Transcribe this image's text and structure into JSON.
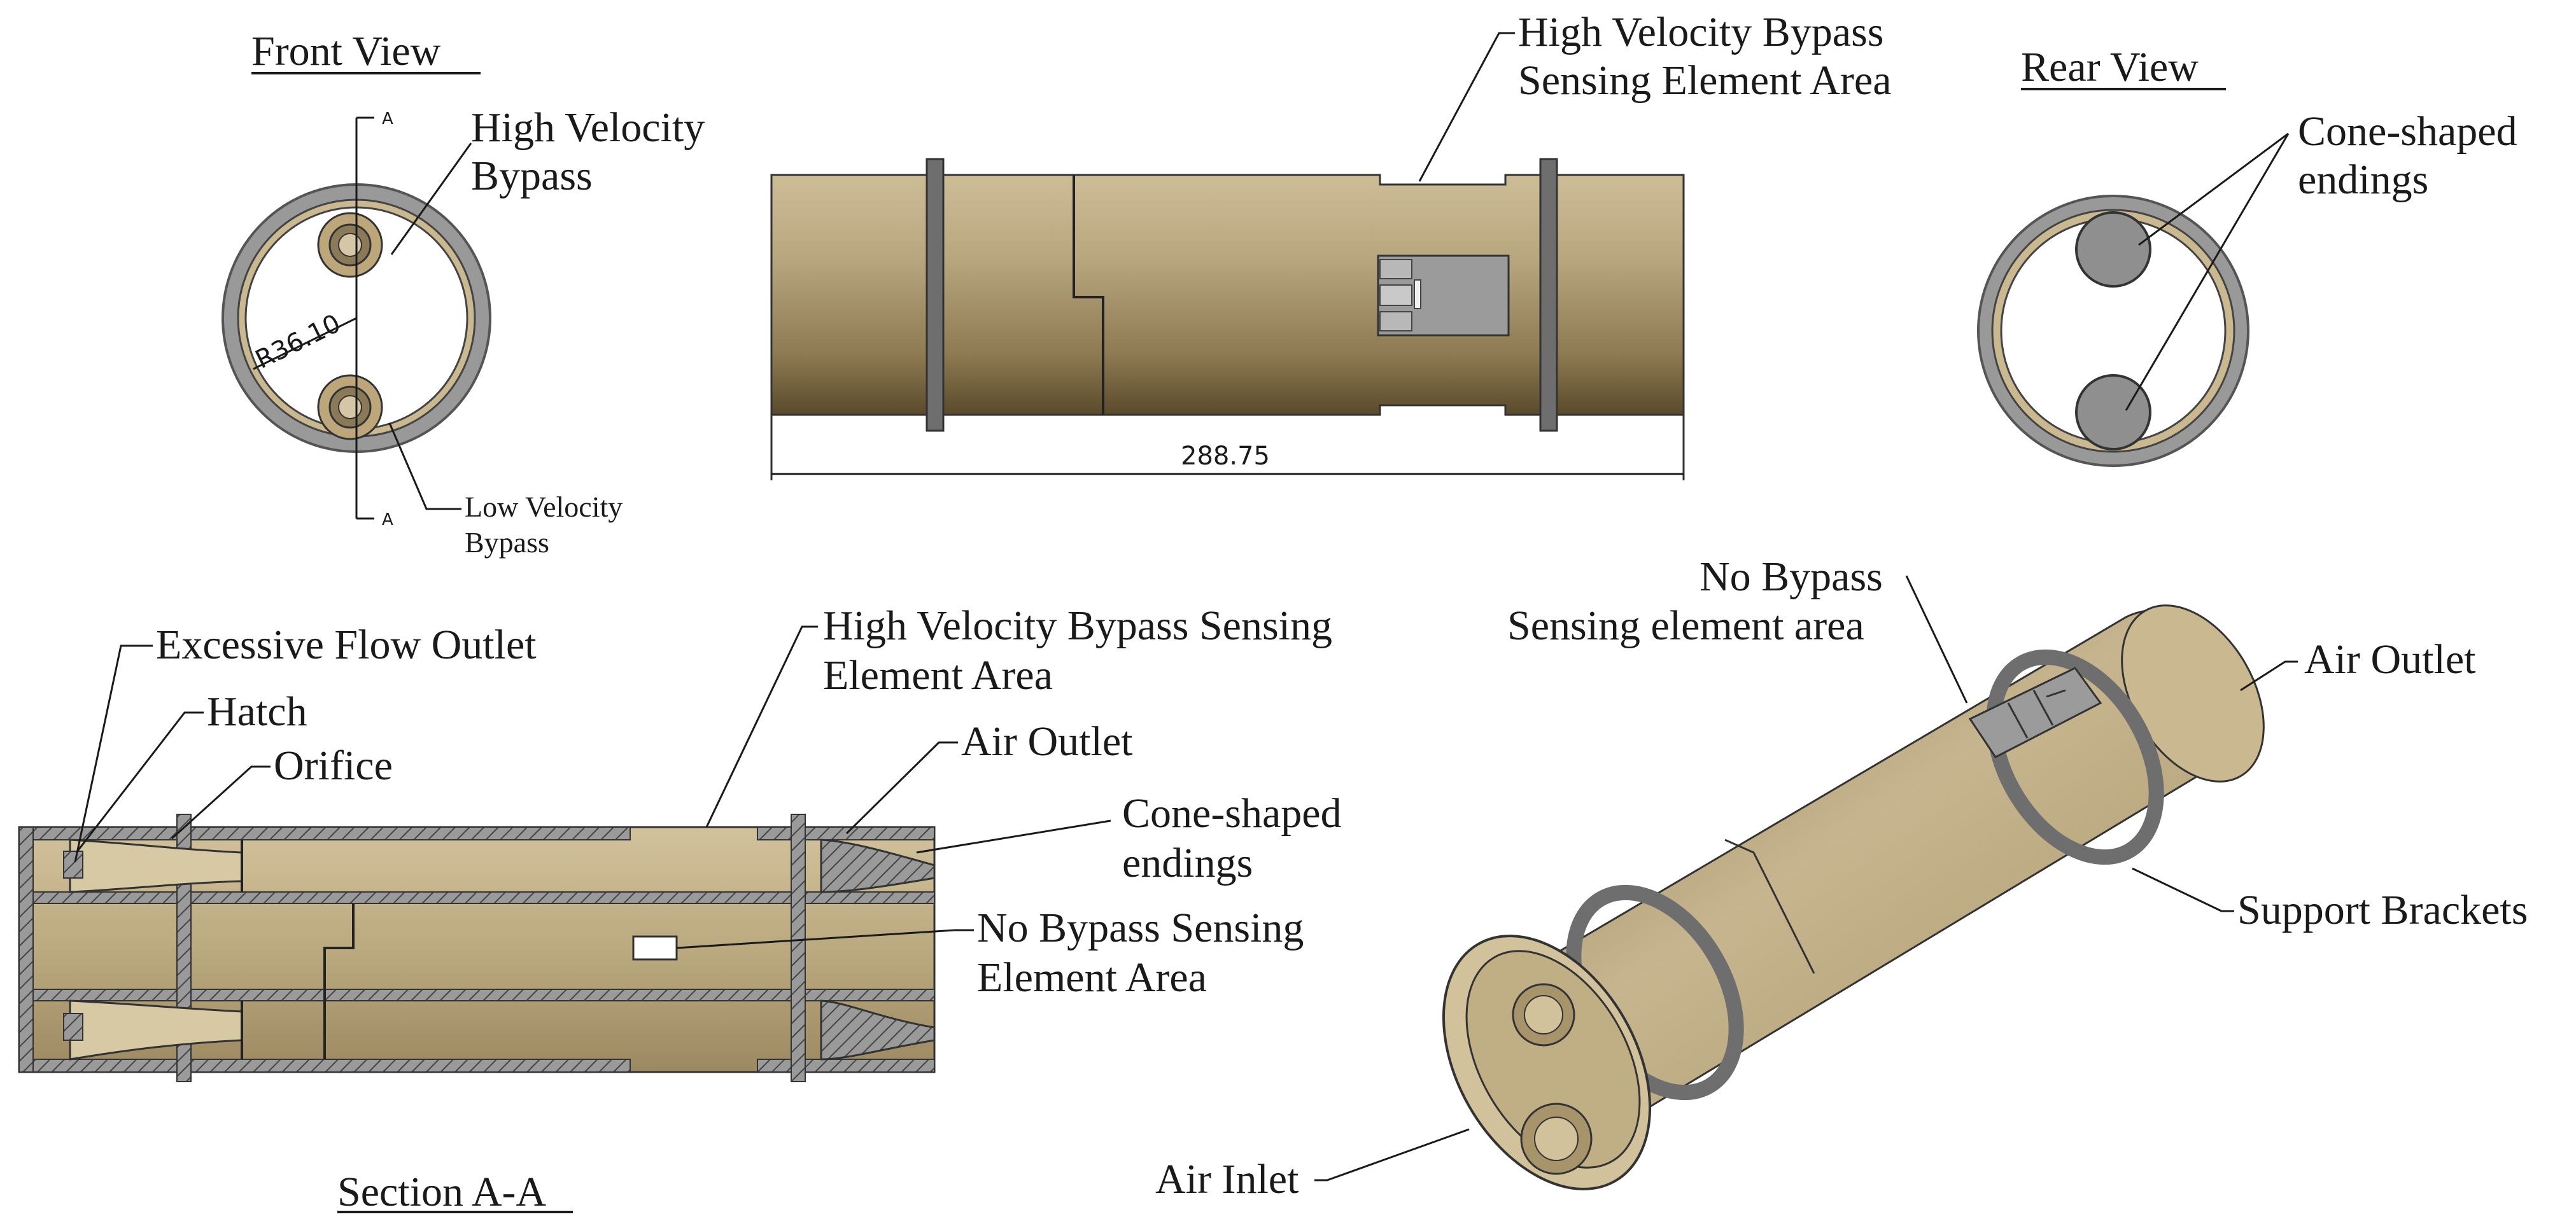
{
  "views": {
    "front_title": "Front View",
    "rear_title": "Rear View",
    "section_title": "Section A-A"
  },
  "front": {
    "radius_dim": "R36.10",
    "section_mark_top": "A",
    "section_mark_bottom": "A",
    "high_velocity_1": "High Velocity",
    "high_velocity_2": "Bypass",
    "low_velocity_1": "Low Velocity",
    "low_velocity_2": "Bypass"
  },
  "side": {
    "sensing_1": "High Velocity Bypass",
    "sensing_2": "Sensing Element Area",
    "length_dim": "288.75"
  },
  "rear": {
    "cone_1": "Cone-shaped",
    "cone_2": "endings"
  },
  "section": {
    "excessive_flow": "Excessive Flow Outlet",
    "hatch": "Hatch",
    "orifice": "Orifice",
    "hv_sensing_1": "High Velocity Bypass Sensing",
    "hv_sensing_2": "Element Area",
    "air_outlet": "Air Outlet",
    "cone_1": "Cone-shaped",
    "cone_2": "endings",
    "no_bypass_1": "No Bypass Sensing",
    "no_bypass_2": "Element Area"
  },
  "iso": {
    "no_bypass_1": "No Bypass",
    "no_bypass_2": "Sensing element area",
    "air_outlet": "Air Outlet",
    "support_brackets": "Support Brackets",
    "air_inlet": "Air Inlet"
  },
  "colors": {
    "tube_light": "#cdbd97",
    "tube_mid": "#a8946a",
    "tube_dark": "#5a4a2c",
    "ring": "#6e6e6e",
    "sensor": "#9b9b9b",
    "hatch_fill": "#7a7a7a"
  }
}
